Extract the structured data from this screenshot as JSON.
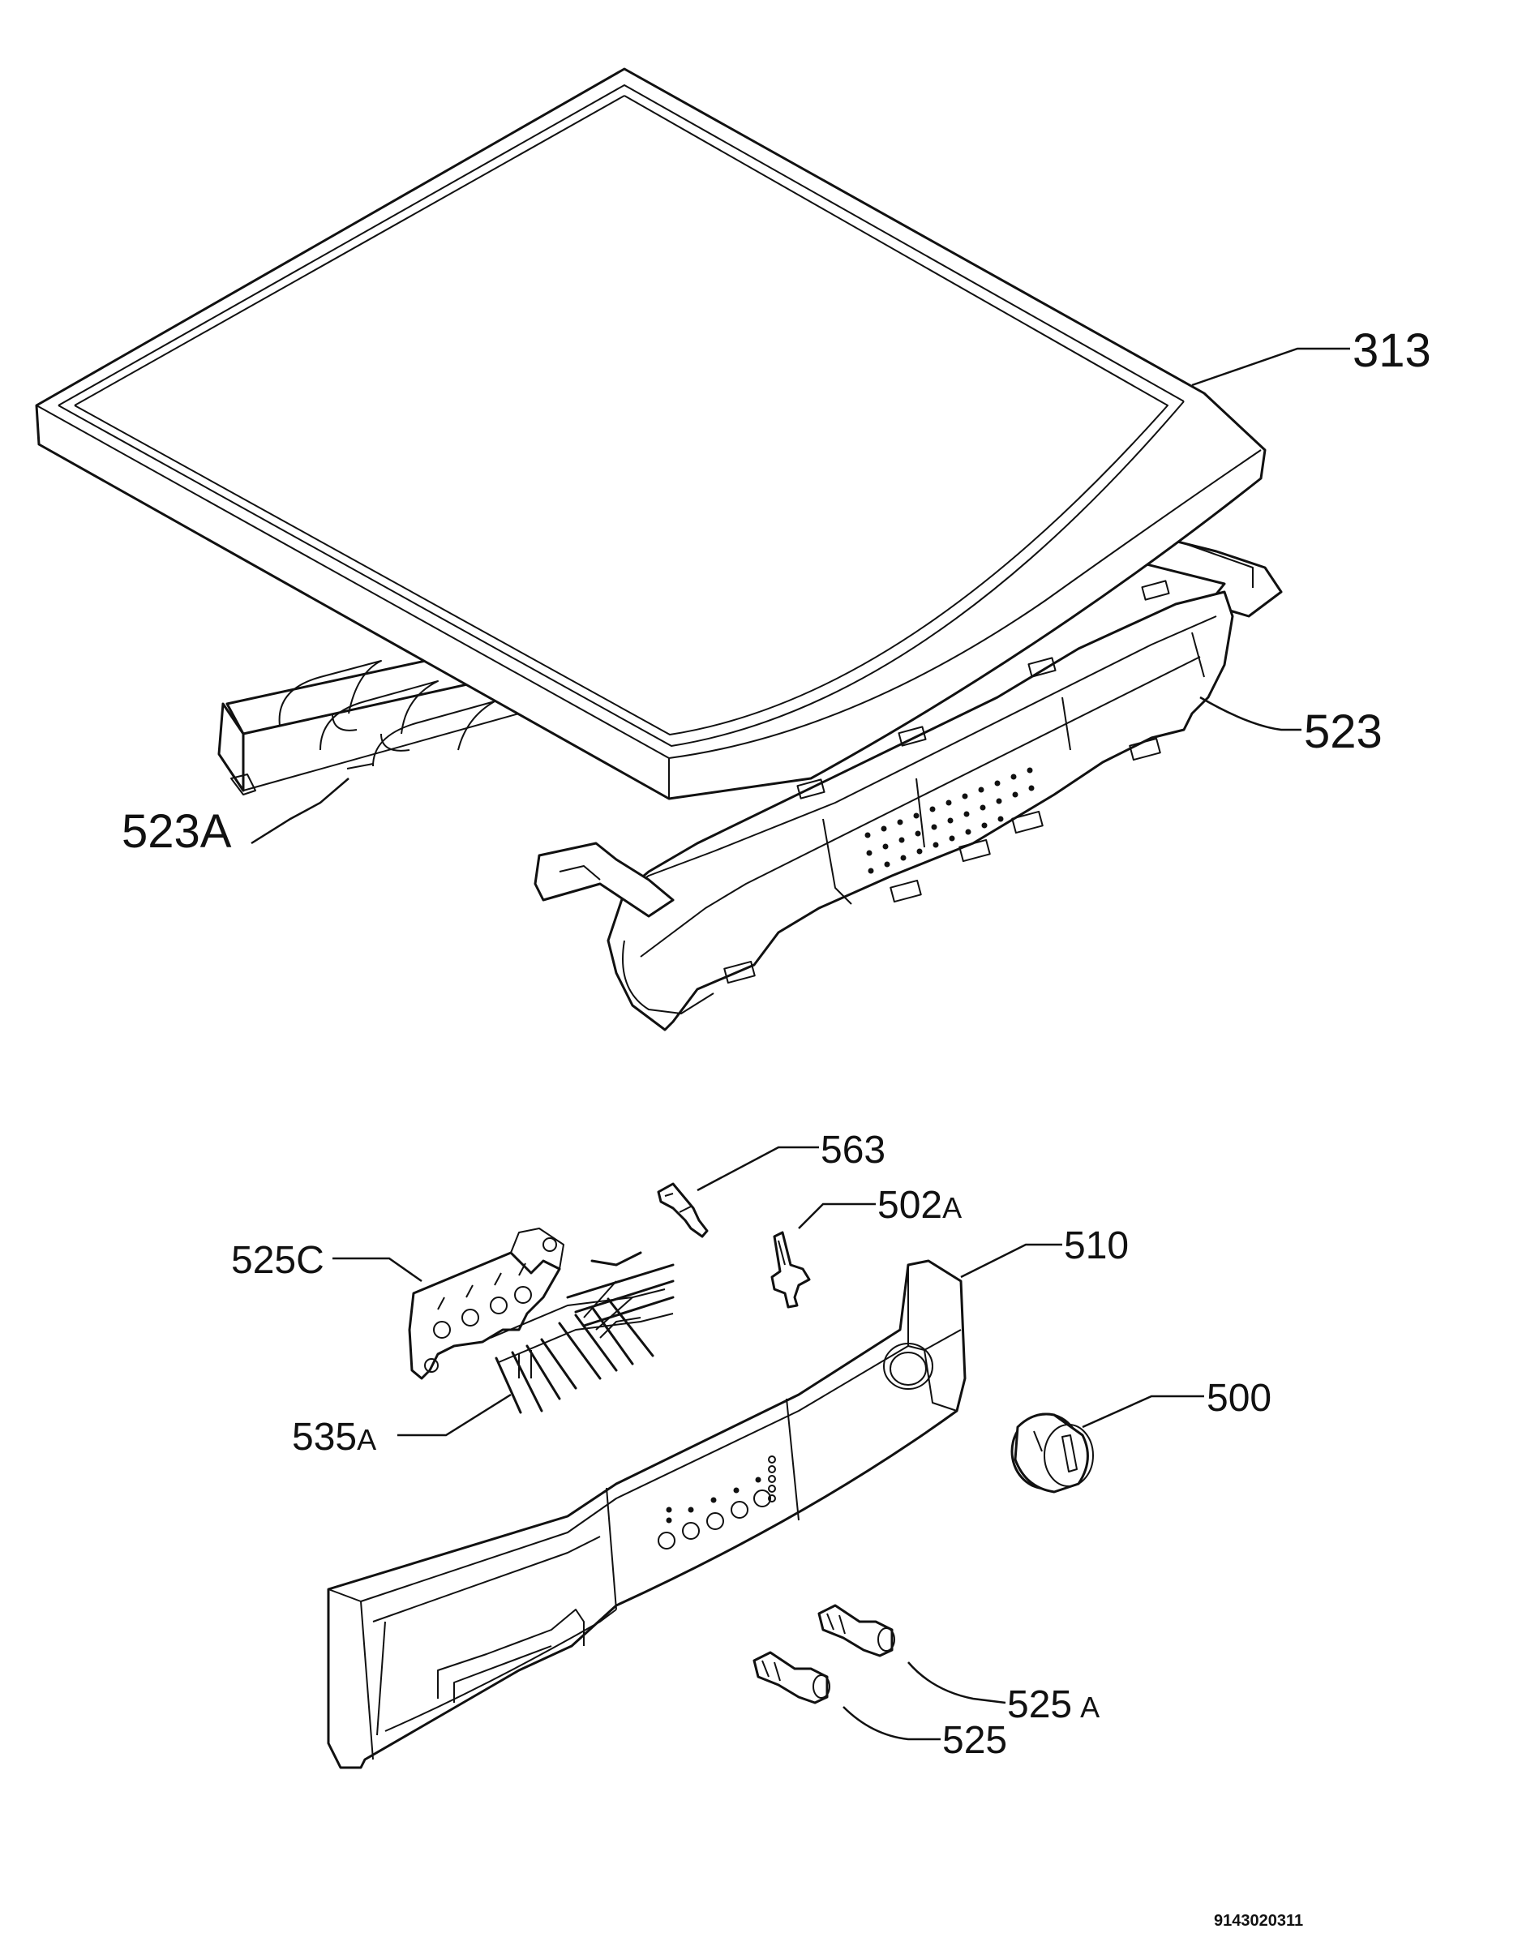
{
  "labels": {
    "p313": "313",
    "p523": "523",
    "p523a": "523A",
    "p563": "563",
    "p502a": "502",
    "p502a_suffix": "A",
    "p525c": "525C",
    "p510": "510",
    "p535a": "535",
    "p535a_suffix": "A",
    "p500": "500",
    "p525a": "525",
    "p525a_suffix": "A",
    "p525": "525"
  },
  "drawing_id": "9143020311",
  "colors": {
    "line": "#111111",
    "background": "#ffffff"
  }
}
